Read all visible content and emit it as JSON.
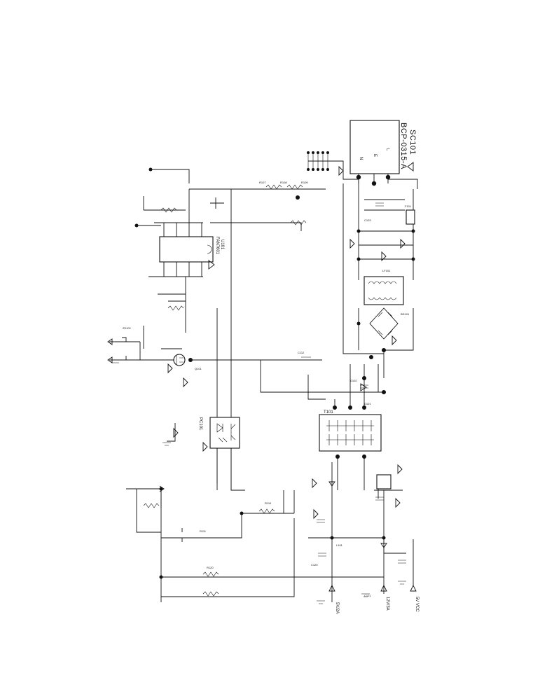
{
  "title": {
    "ref": "SC101",
    "module": "BCP-0315-A"
  },
  "connector": {
    "pins": [
      "L",
      "E",
      "N"
    ]
  },
  "outputs": {
    "out_5v": "5V/2A",
    "out_12v": "12V/3A",
    "out_vcc": "5V VCC"
  },
  "ic": {
    "ref": "U101",
    "part": "FAN7601"
  },
  "optocoupler": {
    "ref": "PC101"
  },
  "transformer": {
    "ref": "T101"
  },
  "small_labels": {
    "r_top1": "R107",
    "r_top2": "R108",
    "r_top3": "R109",
    "r_mid": "R110",
    "r_mid2": "R111",
    "r_bottom": "R120",
    "c_main": "C103",
    "c_mid": "C112",
    "c_out1": "C120",
    "c_out2": "C121",
    "d_main": "D101",
    "d_mid": "D102",
    "q_main": "Q101",
    "zd_main": "ZD101",
    "l_out": "L101",
    "fuse": "F101",
    "bridge": "BD101",
    "choke": "LF101"
  }
}
